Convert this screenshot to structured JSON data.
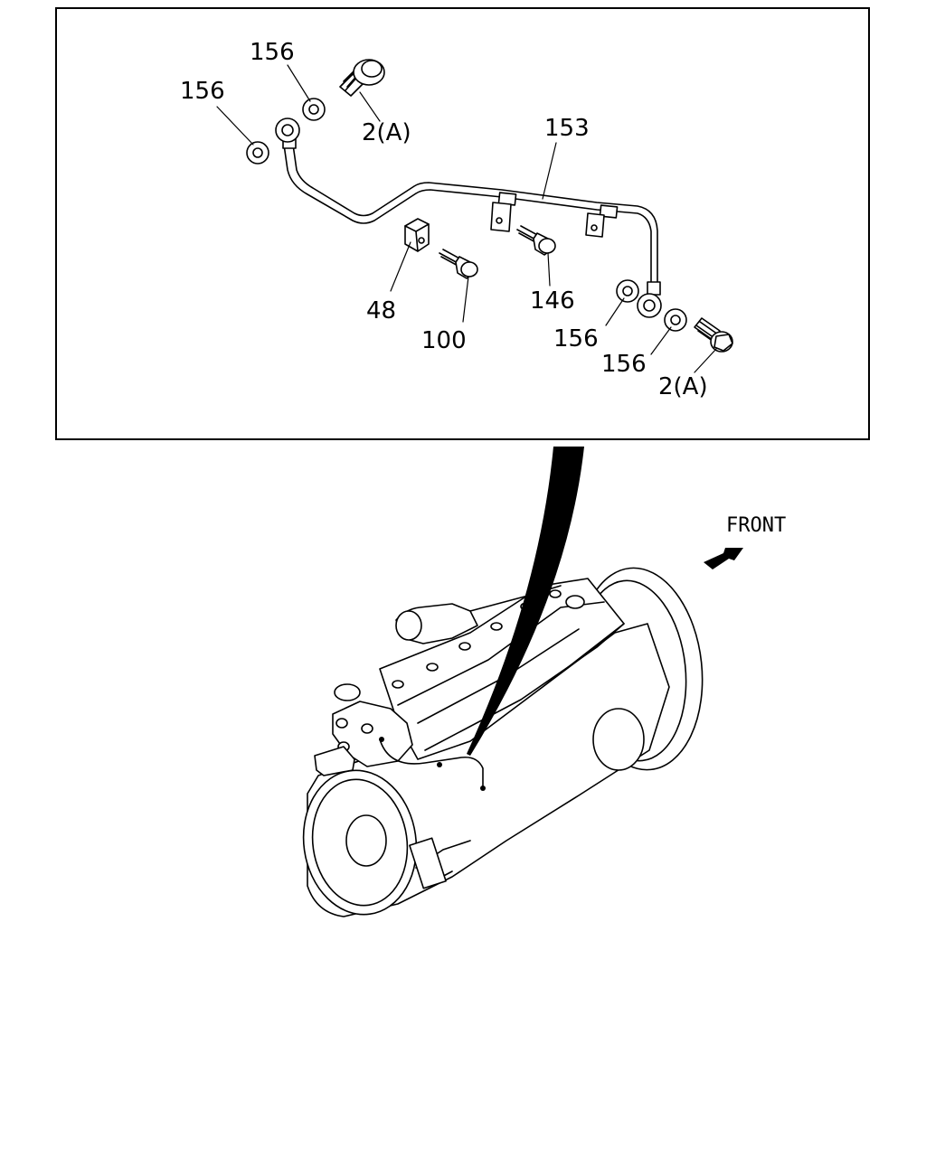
{
  "callouts": {
    "c156_top_left": "156",
    "c156_top": "156",
    "c2a_top": "2(A)",
    "c153": "153",
    "c48": "48",
    "c100": "100",
    "c146": "146",
    "c156_right_a": "156",
    "c156_right_b": "156",
    "c2a_right": "2(A)"
  },
  "direction_label": "FRONT",
  "icons": {
    "front_arrow": "front-arrow-icon"
  }
}
